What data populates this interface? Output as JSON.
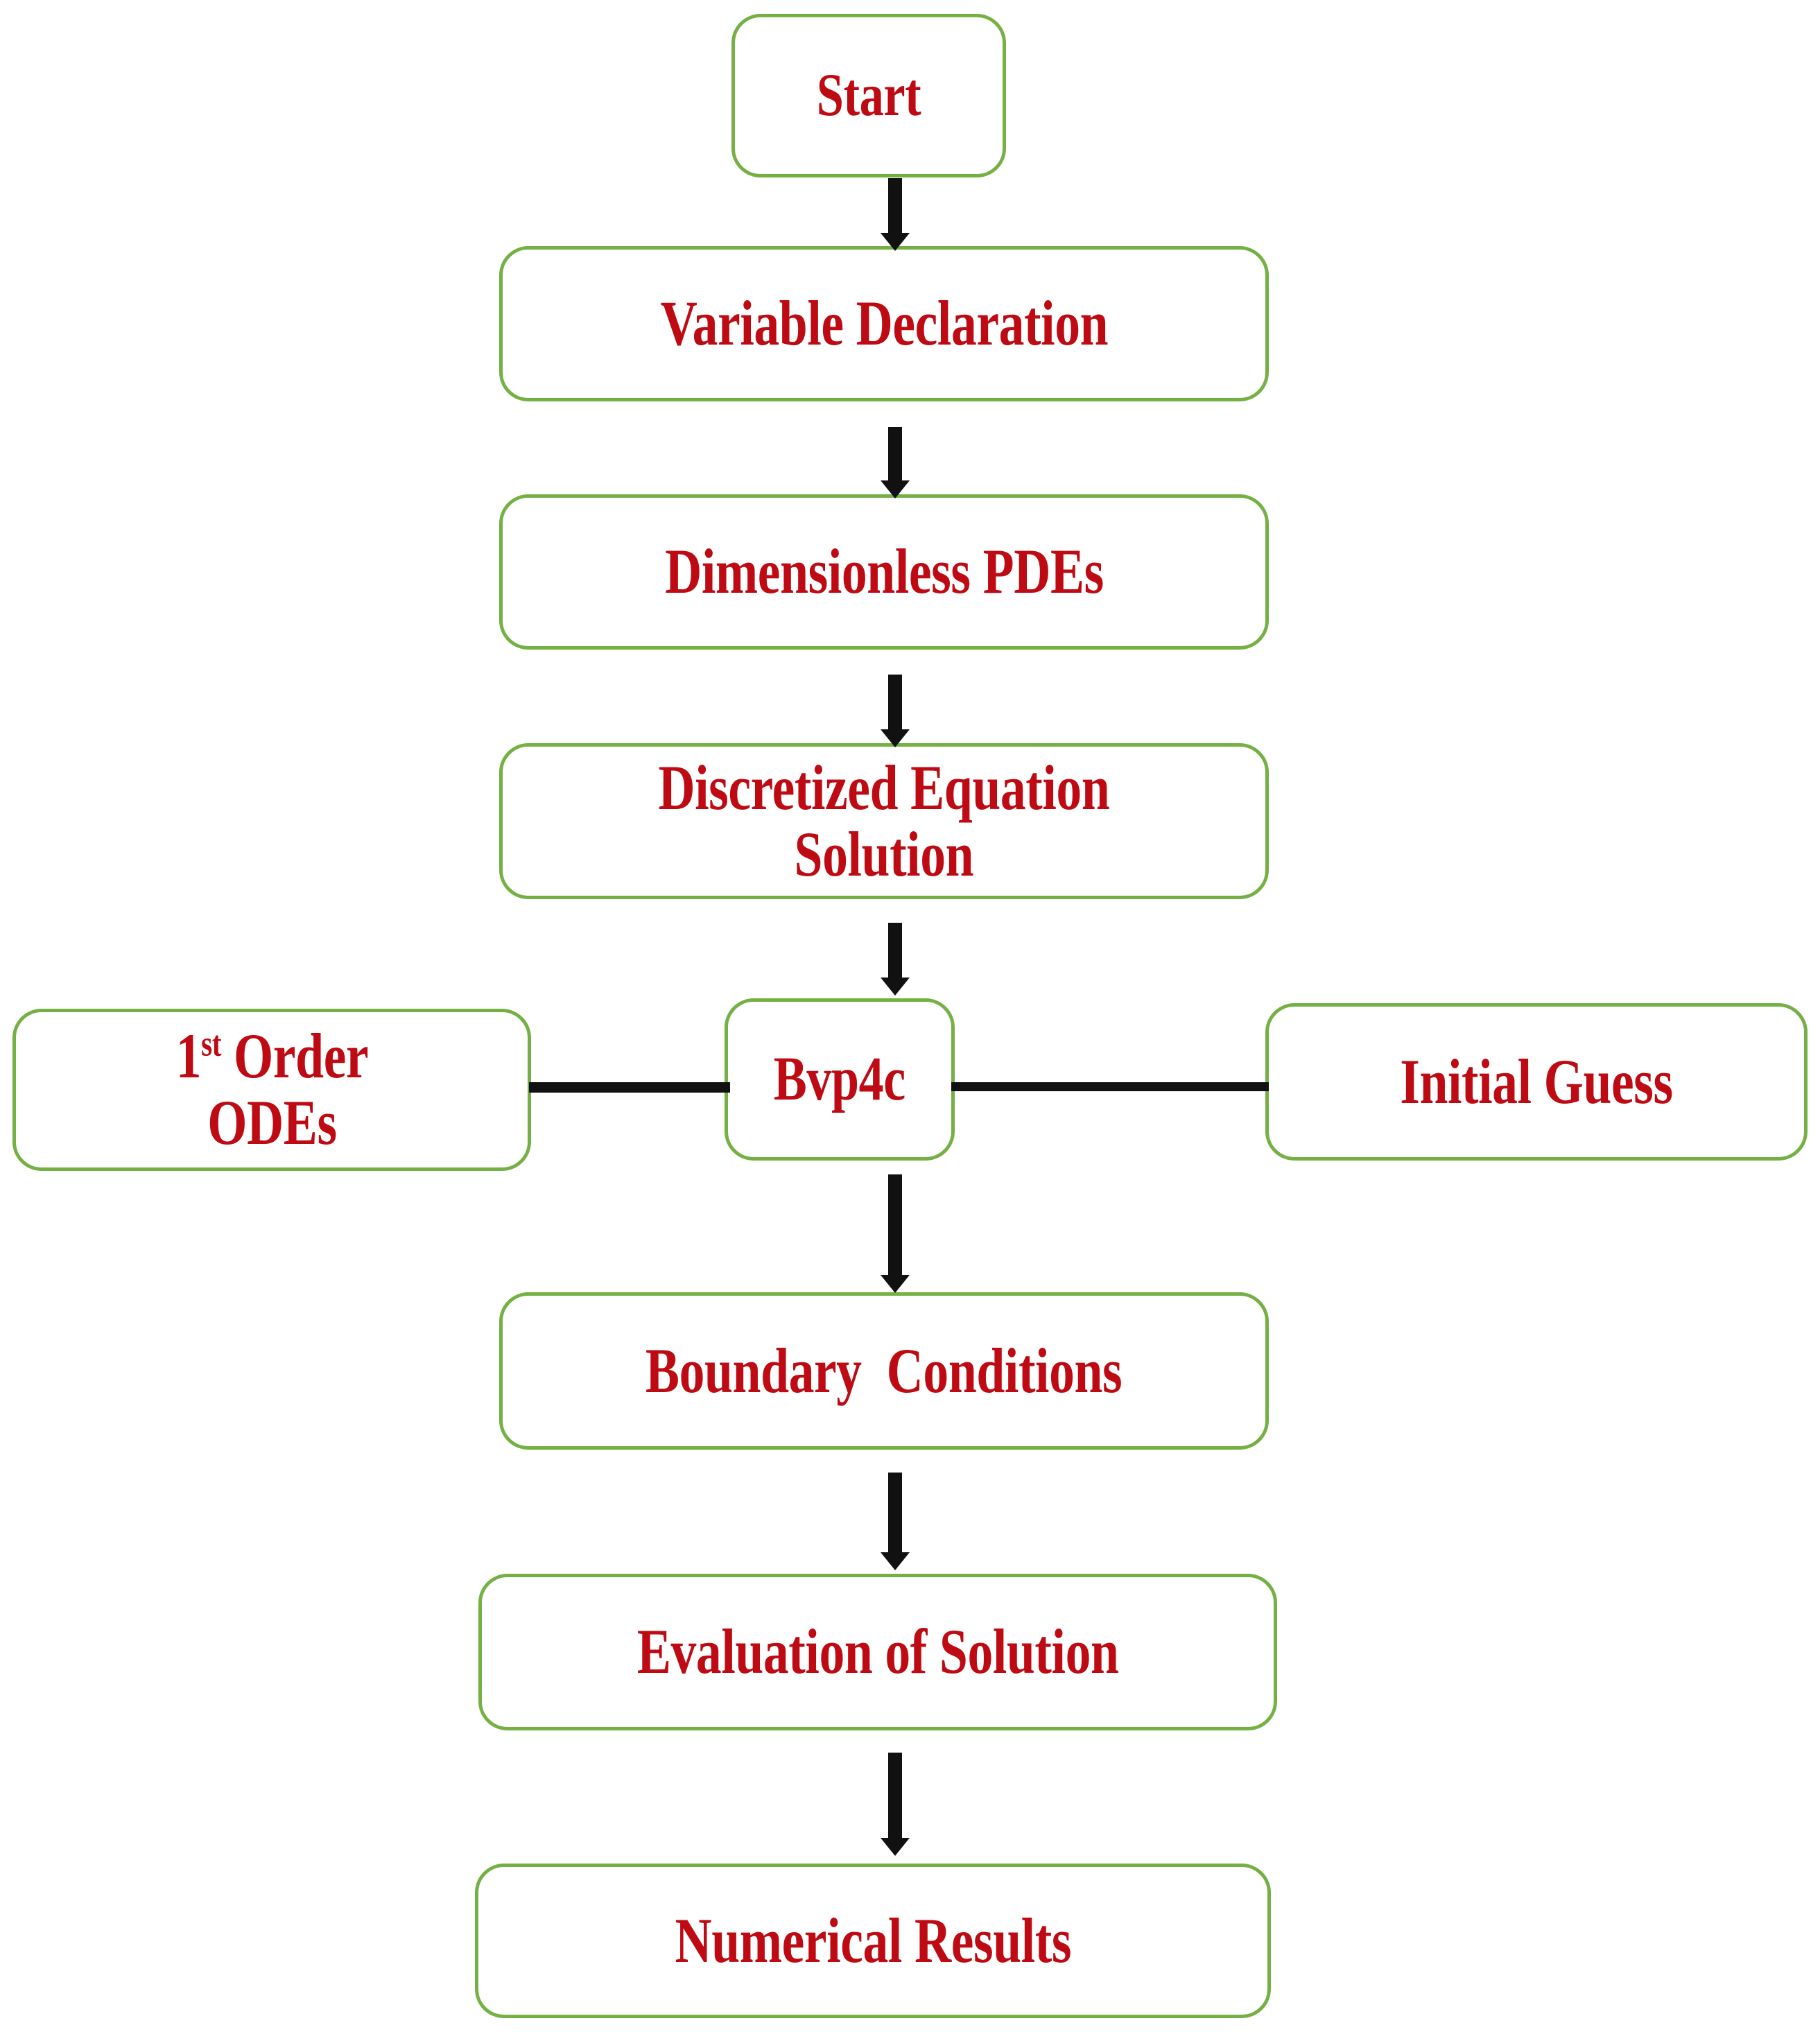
{
  "diagram": {
    "title": "Numerical solution procedure flowchart",
    "colors": {
      "box_border": "#74b043",
      "text": "#be0a13",
      "connector": "#111111",
      "background": "#ffffff"
    },
    "nodes": [
      {
        "id": "start",
        "label": "Start"
      },
      {
        "id": "variable",
        "label": "Variable Declaration"
      },
      {
        "id": "pdes",
        "label": "Dimensionless PDEs"
      },
      {
        "id": "discretized",
        "label": "Discretized Equation\nSolution"
      },
      {
        "id": "bvp4c",
        "label": "Bvp4c"
      },
      {
        "id": "odes",
        "label_prefix": "1",
        "label_sup": "st",
        "label_rest": " Order\nODEs",
        "label": "1st Order ODEs"
      },
      {
        "id": "guess",
        "label": "Initial Guess"
      },
      {
        "id": "boundary",
        "label": "Boundary  Conditions"
      },
      {
        "id": "evaluation",
        "label": "Evaluation of Solution"
      },
      {
        "id": "results",
        "label": "Numerical Results"
      }
    ],
    "edges": [
      {
        "id": "arrow-1",
        "from": "start",
        "to": "variable",
        "kind": "arrow-down"
      },
      {
        "id": "arrow-2",
        "from": "variable",
        "to": "pdes",
        "kind": "arrow-down"
      },
      {
        "id": "arrow-3",
        "from": "pdes",
        "to": "discretized",
        "kind": "arrow-down"
      },
      {
        "id": "arrow-4",
        "from": "discretized",
        "to": "bvp4c",
        "kind": "arrow-down"
      },
      {
        "id": "arrow-5",
        "from": "bvp4c",
        "to": "boundary",
        "kind": "arrow-down"
      },
      {
        "id": "arrow-6",
        "from": "boundary",
        "to": "evaluation",
        "kind": "arrow-down"
      },
      {
        "id": "arrow-7",
        "from": "evaluation",
        "to": "results",
        "kind": "arrow-down"
      },
      {
        "id": "link-odes-bvp4c",
        "from": "odes",
        "to": "bvp4c",
        "kind": "line-horizontal"
      },
      {
        "id": "link-bvp4c-guess",
        "from": "bvp4c",
        "to": "guess",
        "kind": "line-horizontal"
      }
    ]
  }
}
